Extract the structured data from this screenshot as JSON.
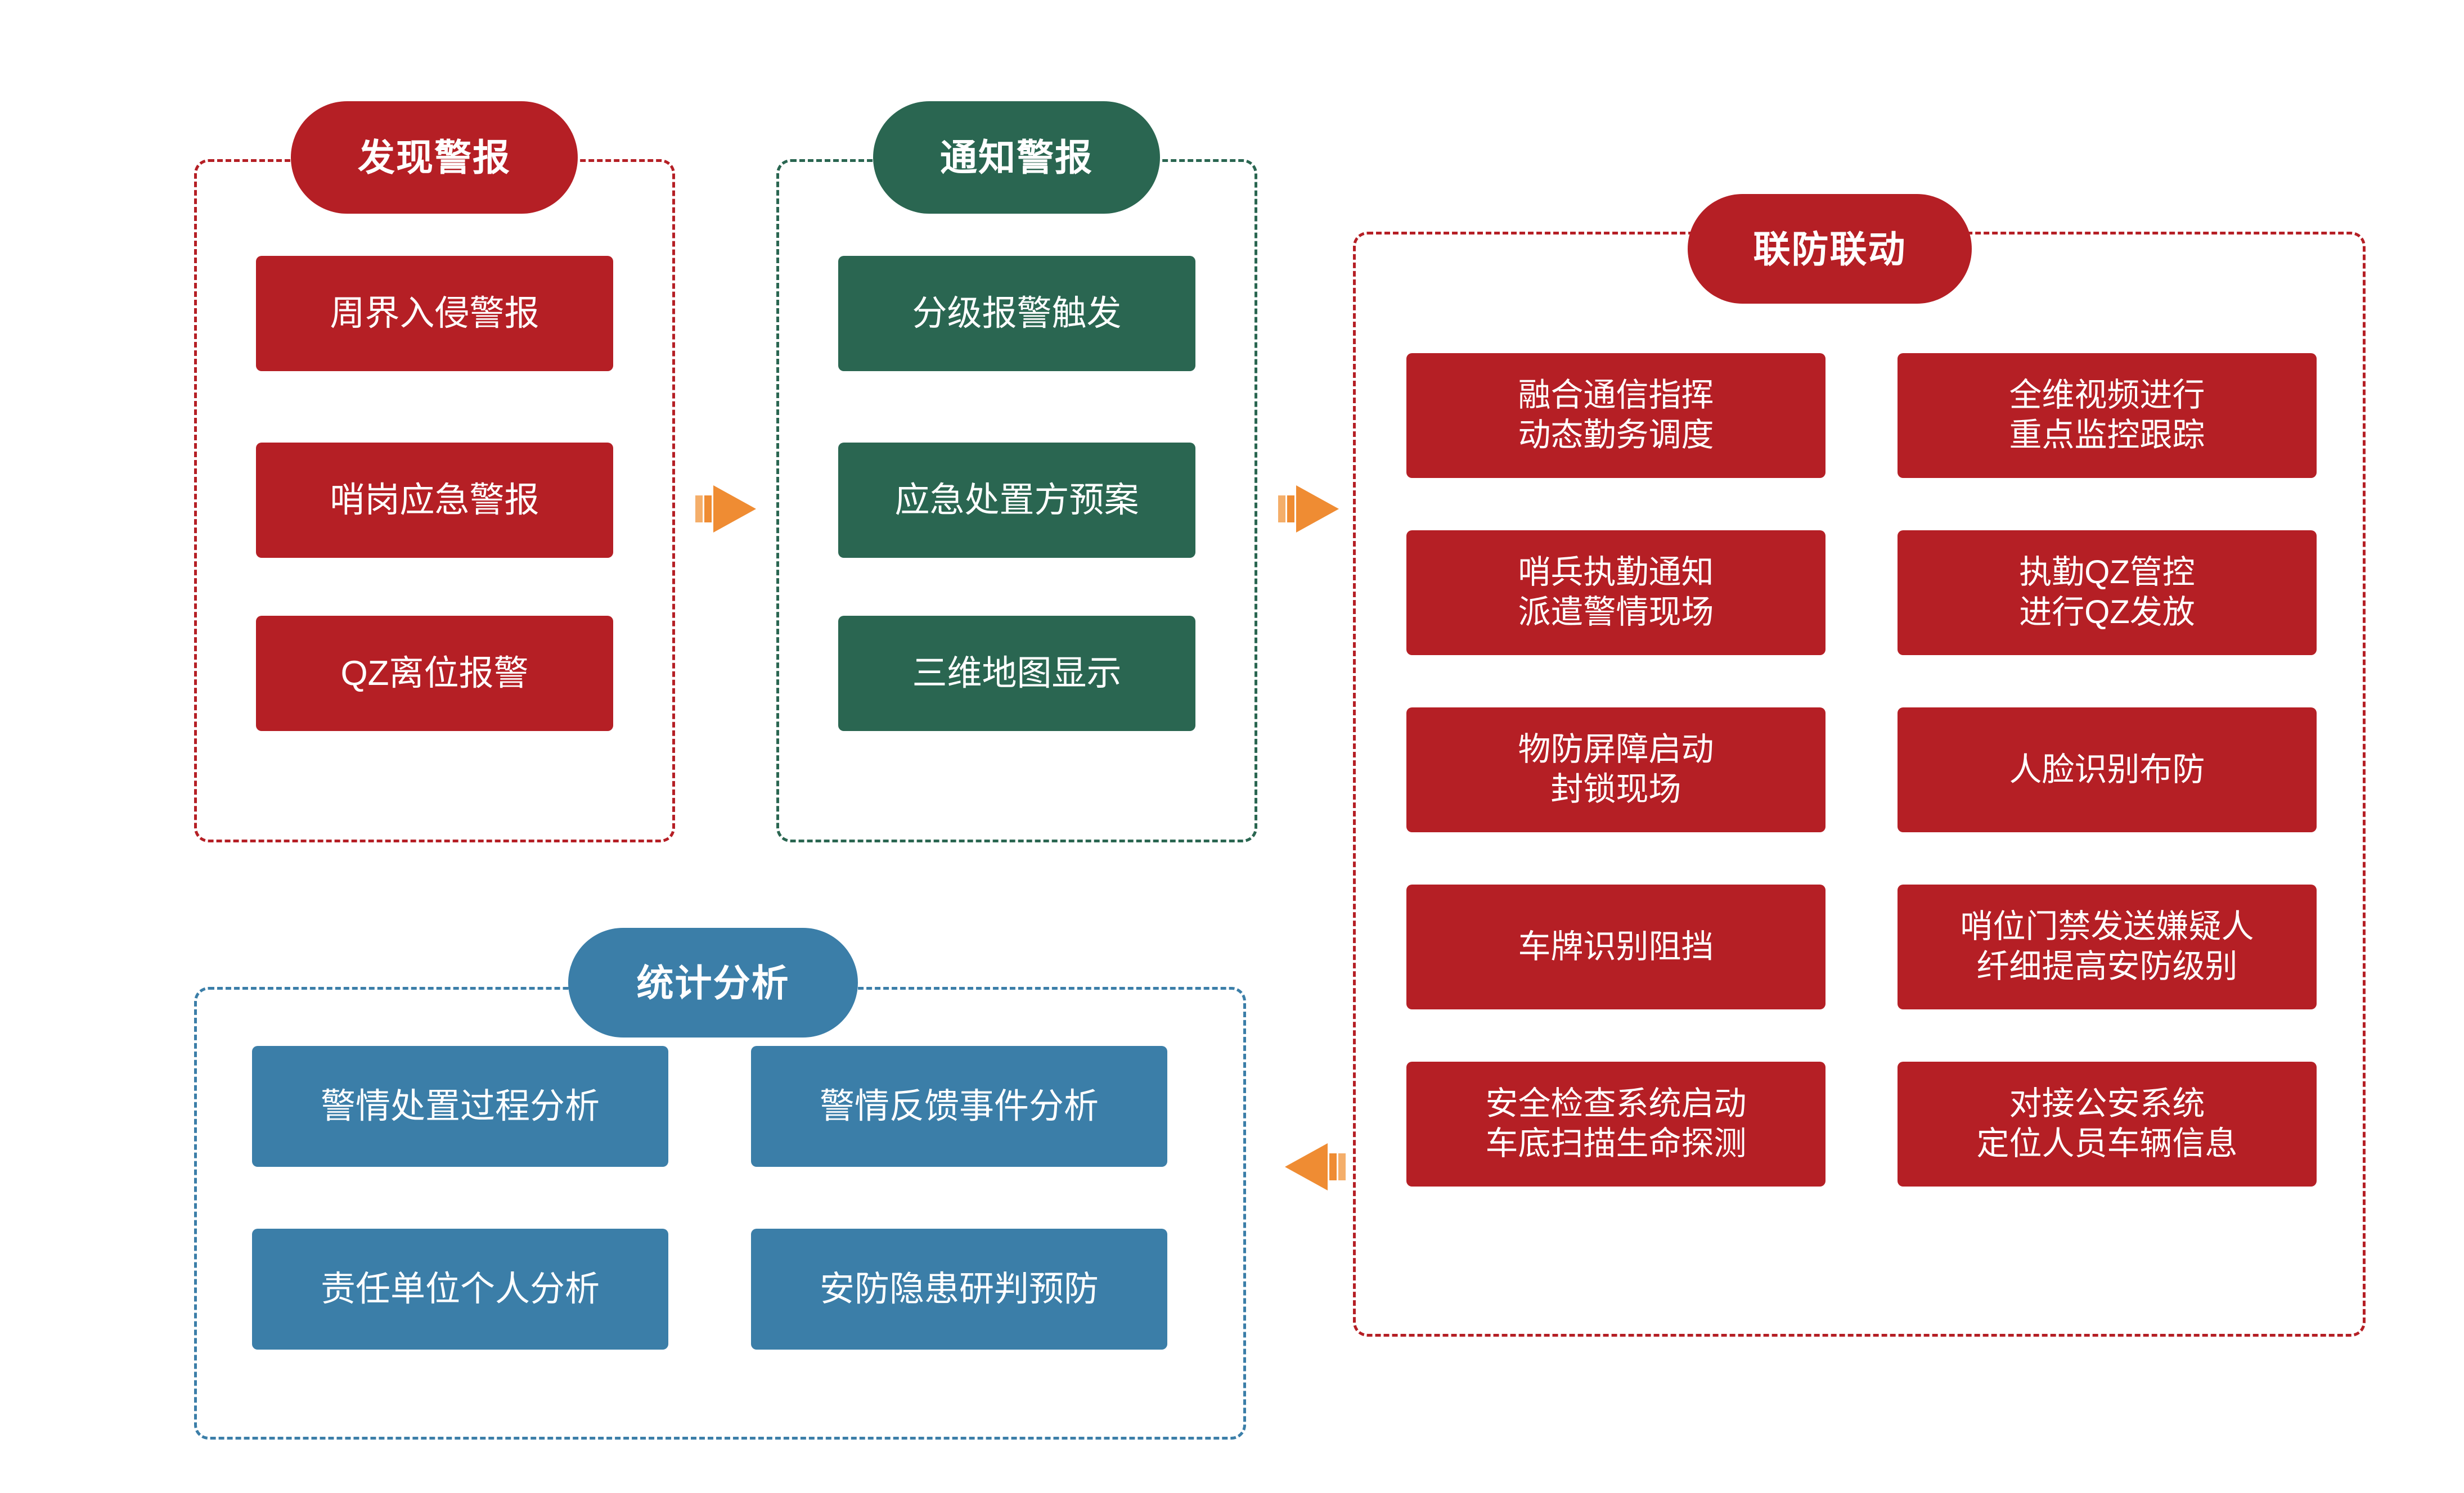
{
  "diagram": {
    "title_visible": false,
    "palette": {
      "red": "#B51F25",
      "green": "#2A6651",
      "blue": "#3B7EA8",
      "orange": "#EF8C33",
      "background": "#FFFFFF",
      "text_on_fill": "#FFFFFF"
    }
  },
  "groups": [
    {
      "id": "discover-alarm",
      "header": "发现警报",
      "color": "red",
      "items": [
        "周界入侵警报",
        "哨岗应急警报",
        "QZ离位报警"
      ]
    },
    {
      "id": "notify-alarm",
      "header": "通知警报",
      "color": "green",
      "items": [
        "分级报警触发",
        "应急处置方预案",
        "三维地图显示"
      ]
    },
    {
      "id": "joint-defense",
      "header": "联防联动",
      "color": "red",
      "items_left": [
        "融合通信指挥\n动态勤务调度",
        "哨兵执勤通知\n派遣警情现场",
        "物防屏障启动\n封锁现场",
        "车牌识别阻挡",
        "安全检查系统启动\n车底扫描生命探测"
      ],
      "items_right": [
        "全维视频进行\n重点监控跟踪",
        "执勤QZ管控\n进行QZ发放",
        "人脸识别布防",
        "哨位门禁发送嫌疑人\n纤细提高安防级别",
        "对接公安系统\n定位人员车辆信息"
      ]
    },
    {
      "id": "statistics-analysis",
      "header": "统计分析",
      "color": "blue",
      "items_left": [
        "警情处置过程分析",
        "责任单位个人分析"
      ],
      "items_right": [
        "警情反馈事件分析",
        "安防隐患研判预防"
      ]
    }
  ],
  "connectors": [
    {
      "id": "discover-to-notify",
      "direction": "right",
      "color": "#EF8C33"
    },
    {
      "id": "notify-to-joint",
      "direction": "right",
      "color": "#EF8C33"
    },
    {
      "id": "joint-to-statistics",
      "direction": "left",
      "color": "#EF8C33"
    }
  ]
}
